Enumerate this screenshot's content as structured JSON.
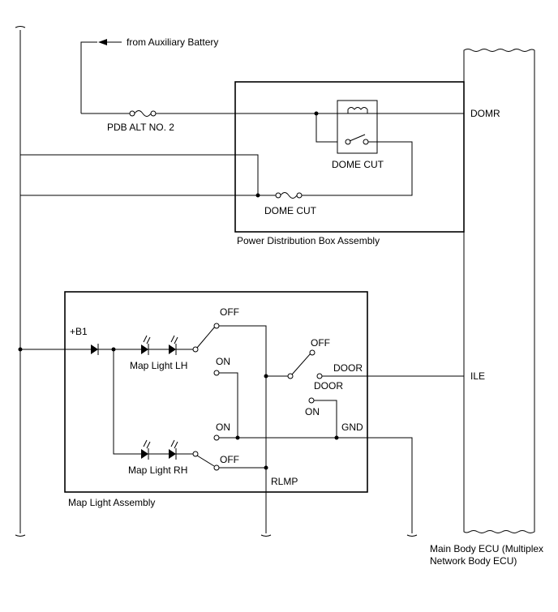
{
  "labels": {
    "from_aux": "from Auxiliary Battery",
    "pdb_alt": "PDB ALT NO. 2",
    "domr": "DOMR",
    "dome_cut_relay": "DOME CUT",
    "dome_cut_fuse": "DOME CUT",
    "pdb_assembly": "Power Distribution Box Assembly",
    "b1": "+B1",
    "off_lh": "OFF",
    "map_light_lh": "Map Light LH",
    "on_lh": "ON",
    "off_door": "OFF",
    "door1": "DOOR",
    "door2": "DOOR",
    "ile": "ILE",
    "on_door": "ON",
    "on_rh": "ON",
    "gnd": "GND",
    "map_light_rh": "Map Light RH",
    "off_rh": "OFF",
    "rlmp": "RLMP",
    "map_light_assembly": "Map Light Assembly",
    "ecu_line1": "Main Body ECU (Multiplex",
    "ecu_line2": "Network Body ECU)"
  }
}
